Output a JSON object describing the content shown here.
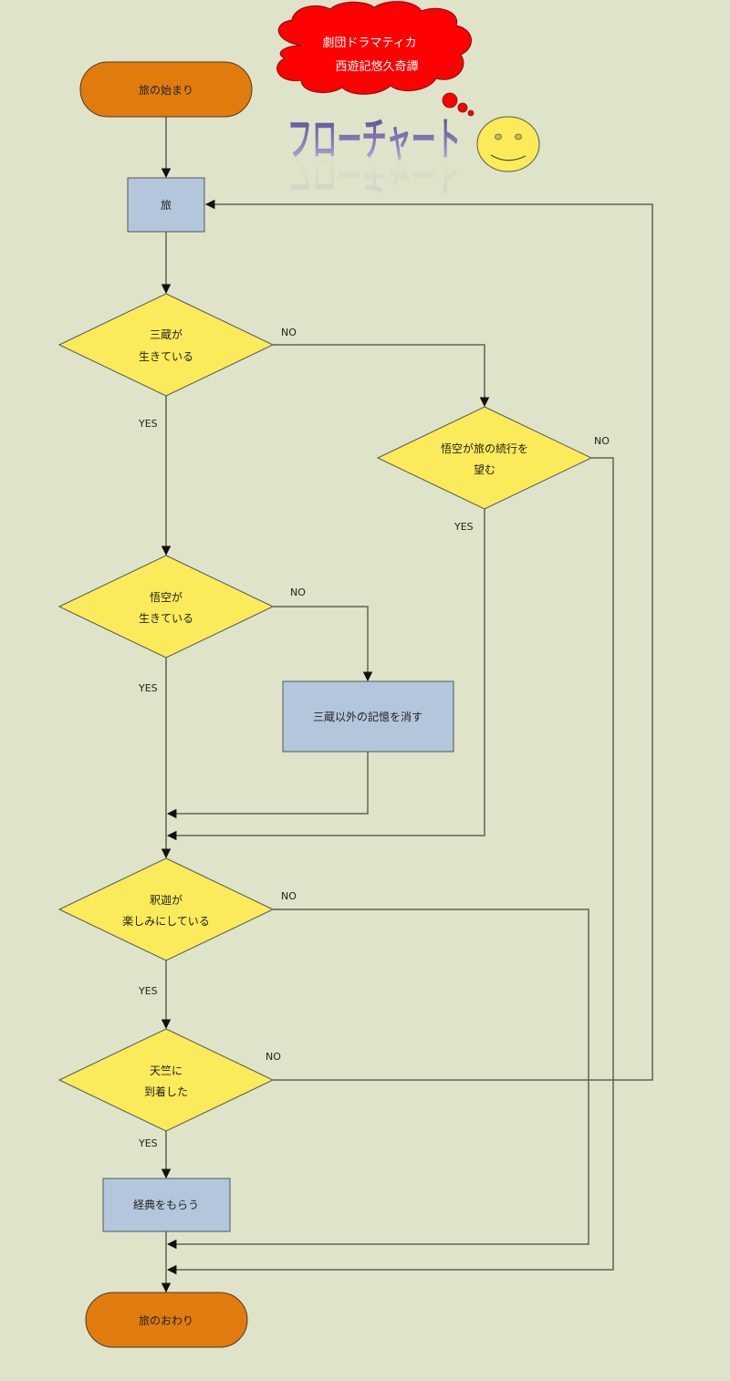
{
  "header": {
    "cloud_line1": "劇団ドラマティカ",
    "cloud_line2": "西遊記悠久奇譚",
    "wordart_title": "フローチャート",
    "smiley_icon": "smiley-face-icon"
  },
  "colors": {
    "background": "#dfe3c9",
    "terminal_fill": "#e07c0e",
    "process_fill": "#b4c6dc",
    "decision_fill": "#fbeb5a",
    "cloud_fill": "#ff0000",
    "smiley_fill": "#fbeb5a",
    "wordart_color": "#7b6aa8",
    "edge_color": "#5f6556"
  },
  "nodes": {
    "start": {
      "type": "terminal",
      "label": "旅の始まり"
    },
    "journey": {
      "type": "process",
      "label": "旅"
    },
    "sanzo_alive": {
      "type": "decision",
      "lines": [
        "三蔵が",
        "生きている"
      ]
    },
    "goku_wants_continue": {
      "type": "decision",
      "lines": [
        "悟空が旅の続行を",
        "望む"
      ]
    },
    "goku_alive": {
      "type": "decision",
      "lines": [
        "悟空が",
        "生きている"
      ]
    },
    "erase_memory": {
      "type": "process",
      "label": "三蔵以外の記憶を消す"
    },
    "shaka_looking_forward": {
      "type": "decision",
      "lines": [
        "釈迦が",
        "楽しみにしている"
      ]
    },
    "arrived_tenjiku": {
      "type": "decision",
      "lines": [
        "天竺に",
        "到着した"
      ]
    },
    "receive_sutra": {
      "type": "process",
      "label": "経典をもらう"
    },
    "end": {
      "type": "terminal",
      "label": "旅のおわり"
    }
  },
  "edge_labels": {
    "sanzo_no": "NO",
    "sanzo_yes": "YES",
    "goku_cont_no": "NO",
    "goku_cont_yes": "YES",
    "goku_alive_no": "NO",
    "goku_alive_yes": "YES",
    "shaka_no": "NO",
    "shaka_yes": "YES",
    "arrived_no": "NO",
    "arrived_yes": "YES"
  }
}
